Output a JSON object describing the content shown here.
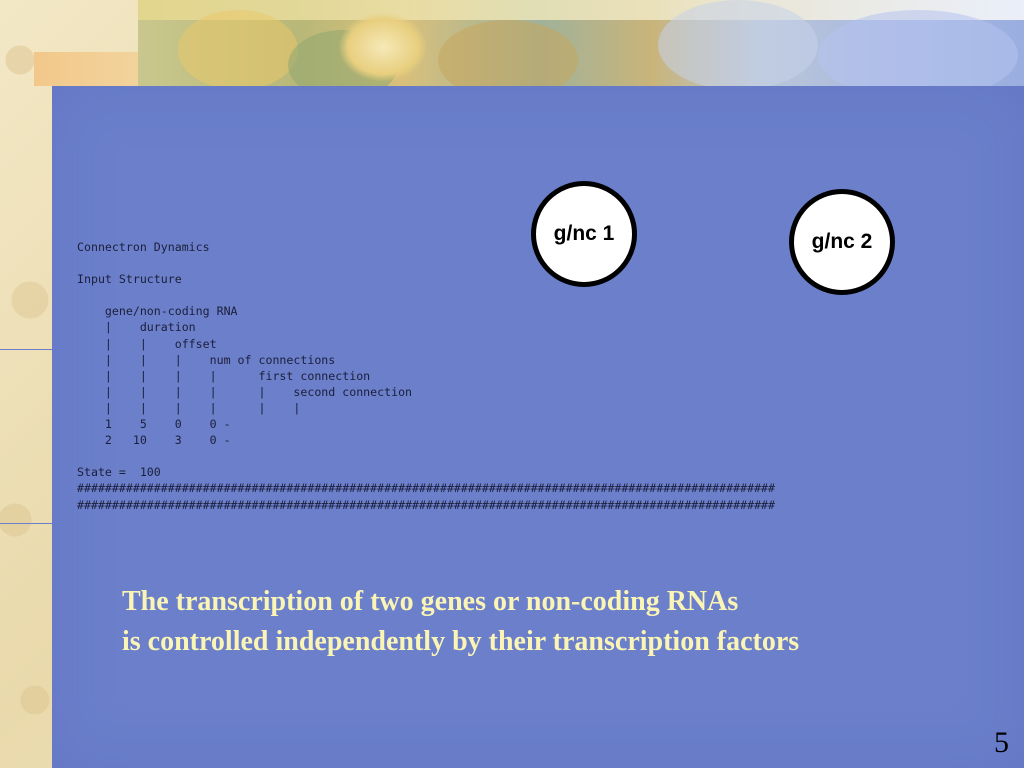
{
  "slide": {
    "code_lines": [
      "Connectron Dynamics",
      "",
      "Input Structure",
      "",
      "    gene/non-coding RNA",
      "    |    duration",
      "    |    |    offset",
      "    |    |    |    num of connections",
      "    |    |    |    |      first connection",
      "    |    |    |    |      |    second connection",
      "    |    |    |    |      |    |",
      "    1    5    0    0 -",
      "    2   10    3    0 -",
      "",
      "State =  100",
      "####################################################################################################",
      "####################################################################################################"
    ],
    "nodes": [
      {
        "label": "g/nc 1"
      },
      {
        "label": "g/nc 2"
      }
    ],
    "caption_line1": "The transcription of two genes or non-coding RNAs",
    "caption_line2": "is controlled independently by their transcription factors",
    "page_number": "5"
  },
  "colors": {
    "slide_background": "#6b7fcb",
    "caption_text": "#fbf5b5",
    "node_fill": "#ffffff",
    "node_border": "#000000"
  }
}
